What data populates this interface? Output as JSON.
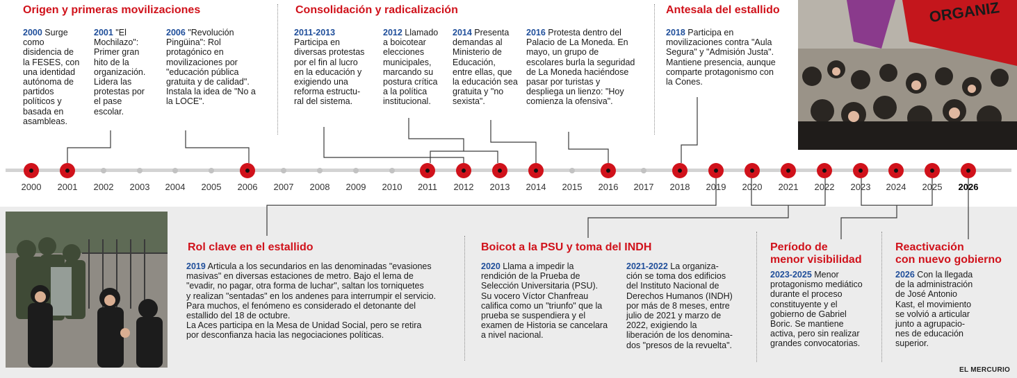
{
  "sections": {
    "s1_title": "Origen y primeras movilizaciones",
    "s2_title": "Consolidación y radicalización",
    "s3_title": "Antesala del estallido",
    "b1_title": "Rol clave en el estallido",
    "b2_title": "Boicot a la PSU y toma del INDH",
    "b3_title_1": "Período de",
    "b3_title_2": "menor visibilidad",
    "b4_title_1": "Reactivación",
    "b4_title_2": "con nuevo gobierno"
  },
  "top_events": [
    {
      "year": "2000",
      "lines": [
        "Surge",
        "como",
        "disidencia de",
        "la FESES, con",
        "una identidad",
        "autónoma de",
        "partidos",
        "políticos y",
        "basada en",
        "asambleas."
      ]
    },
    {
      "year": "2001",
      "lines": [
        "\"El",
        "Mochilazo\":",
        "Primer gran",
        "hito de la",
        "organización.",
        "Lidera las",
        "protestas por",
        "el pase",
        "escolar."
      ]
    },
    {
      "year": "2006",
      "lines": [
        "\"Revolución",
        "Pingüina\": Rol",
        "protagónico en",
        "movilizaciones por",
        "\"educación pública",
        "gratuita y de calidad\".",
        "Instala la idea de \"No a",
        "la LOCE\"."
      ]
    },
    {
      "year": "2011-2013",
      "lines": [
        "",
        "Participa en",
        "diversas protestas",
        "por el fin al lucro",
        "en la educación y",
        "exigiendo una",
        "reforma estructu-",
        "ral del sistema."
      ]
    },
    {
      "year": "2012",
      "lines": [
        "Llamado",
        "a boicotear",
        "elecciones",
        "municipales,",
        "marcando su",
        "postura crítica",
        "a la política",
        "institucional."
      ]
    },
    {
      "year": "2014",
      "lines": [
        "Presenta",
        "demandas al",
        "Ministerio de",
        "Educación,",
        "entre ellas, que",
        "la educación sea",
        "gratuita y \"no",
        "sexista\"."
      ]
    },
    {
      "year": "2016",
      "lines": [
        "Protesta dentro del",
        "Palacio de La Moneda. En",
        "mayo, un grupo de",
        "escolares burla la seguridad",
        "de La Moneda haciéndose",
        "pasar por turistas y",
        "despliega un lienzo: \"Hoy",
        "comienza la ofensiva\"."
      ]
    },
    {
      "year": "2018",
      "lines": [
        "Participa en",
        "movilizaciones contra \"Aula",
        "Segura\" y \"Admisión Justa\".",
        "Mantiene presencia, aunque",
        "comparte protagonismo con",
        "la Cones."
      ]
    }
  ],
  "bottom_events": [
    {
      "year": "2019",
      "lines": [
        "Articula a los secundarios en las denominadas \"evasiones",
        "masivas\" en diversas estaciones de metro. Bajo el lema de",
        "\"evadir, no pagar, otra forma de luchar\", saltan los torniquetes",
        "y realizan \"sentadas\" en los andenes para interrumpir el servicio.",
        "Para muchos, el fenómeno es considerado el detonante del",
        "estallido del 18 de octubre.",
        "La Aces participa en la Mesa de Unidad Social, pero se retira",
        "por desconfianza hacia las negociaciones políticas."
      ]
    },
    {
      "year": "2020",
      "lines": [
        "Llama a impedir la",
        "rendición de la Prueba de",
        "Selección Universitaria (PSU).",
        "Su vocero Víctor Chanfreau",
        "califica como un \"triunfo\" que la",
        "prueba se suspendiera y el",
        "examen de Historia se cancelara",
        "a nivel nacional."
      ]
    },
    {
      "year": "2021-2022",
      "lines": [
        "La organiza-",
        "ción se toma dos edificios",
        "del Instituto Nacional de",
        "Derechos Humanos (INDH)",
        "por más de 8 meses, entre",
        "julio de 2021 y marzo de",
        "2022, exigiendo la",
        "liberación de los denomina-",
        "dos \"presos de la revuelta\"."
      ]
    },
    {
      "year": "2023-2025",
      "lines": [
        "Menor",
        "protagonismo mediático",
        "durante el proceso",
        "constituyente y el",
        "gobierno de Gabriel",
        "Boric. Se mantiene",
        "activa, pero sin realizar",
        "grandes convocatorias."
      ]
    },
    {
      "year": "2026",
      "lines": [
        "Con la llegada",
        "de la administración",
        "de José Antonio",
        "Kast, el movimiento",
        "se volvió a articular",
        "junto a agrupacio-",
        "nes de educación",
        "superior."
      ]
    }
  ],
  "timeline_years": [
    "2000",
    "2001",
    "2002",
    "2003",
    "2004",
    "2005",
    "2006",
    "2007",
    "2008",
    "2009",
    "2010",
    "2011",
    "2012",
    "2013",
    "2014",
    "2015",
    "2016",
    "2017",
    "2018",
    "2019",
    "2020",
    "2021",
    "2022",
    "2023",
    "2024",
    "2025",
    "2026"
  ],
  "highlighted_years": [
    "2000",
    "2001",
    "2006",
    "2011",
    "2012",
    "2013",
    "2014",
    "2016",
    "2018",
    "2019",
    "2020",
    "2021",
    "2022",
    "2023",
    "2024",
    "2025",
    "2026"
  ],
  "current_year": "2026",
  "banner_text": "ORGANIZ",
  "credit": "EL MERCURIO",
  "colors": {
    "accent_red": "#d0121b",
    "year_blue": "#1f4e9a",
    "axis_gray": "#d3d3d3",
    "band_gray": "#ececec"
  }
}
